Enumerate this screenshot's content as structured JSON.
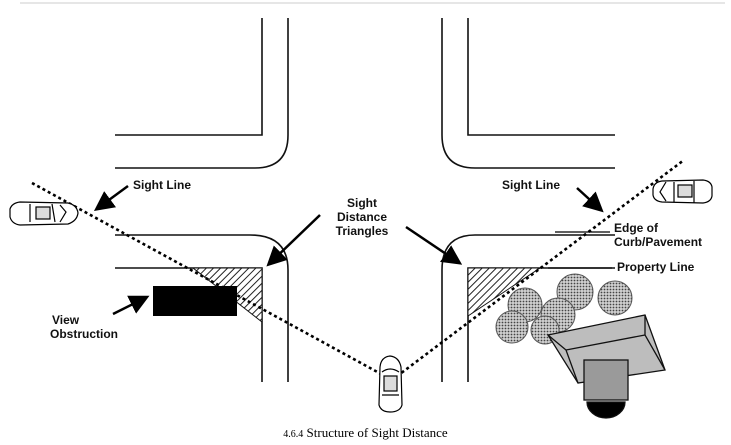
{
  "labels": {
    "sight_line_left": "Sight Line",
    "sight_line_right": "Sight Line",
    "sight_distance_triangles": [
      "Sight",
      "Distance",
      "Triangles"
    ],
    "edge_of_curb": [
      "Edge of",
      "Curb/Pavement"
    ],
    "property_line": "Property Line",
    "view_obstruction": [
      "View",
      "Obstruction"
    ]
  },
  "caption": {
    "number": "4.6.4",
    "text": "Structure of Sight Distance"
  }
}
